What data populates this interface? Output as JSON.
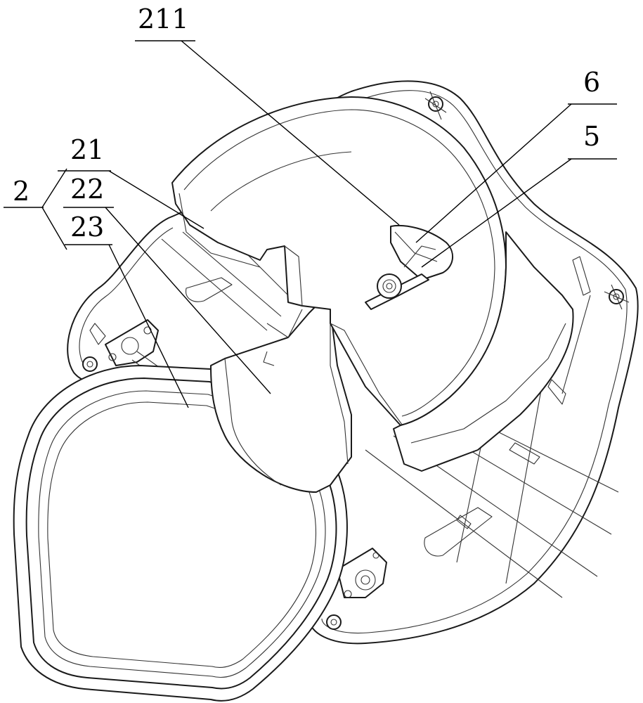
{
  "figure": {
    "reference_labels": [
      {
        "id": "label-211",
        "text": "211"
      },
      {
        "id": "label-6",
        "text": "6"
      },
      {
        "id": "label-5",
        "text": "5"
      },
      {
        "id": "label-21",
        "text": "21"
      },
      {
        "id": "label-2",
        "text": "2"
      },
      {
        "id": "label-22",
        "text": "22"
      },
      {
        "id": "label-23",
        "text": "23"
      }
    ]
  }
}
